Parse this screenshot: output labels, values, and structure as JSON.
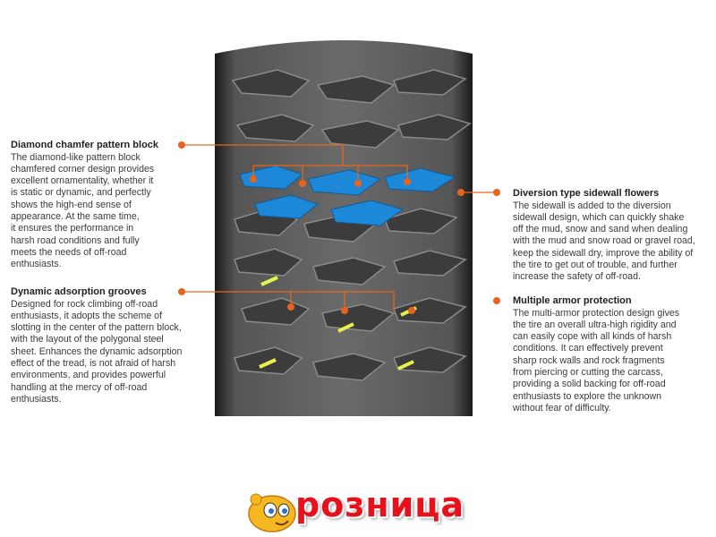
{
  "features": [
    {
      "title": "Diamond chamfer pattern block",
      "lines": [
        "The diamond-like pattern block",
        "chamfered corner design provides",
        "excellent ornamentality, whether it",
        "is static or dynamic, and perfectly",
        "shows the high-end sense of",
        "appearance. At the same time,",
        "it ensures the performance in",
        "harsh road conditions and fully",
        "meets the needs of off-road",
        "enthusiasts."
      ]
    },
    {
      "title": "Dynamic adsorption grooves",
      "lines": [
        "Designed for rock climbing off-road",
        "enthusiasts, it adopts the scheme of",
        "slotting in the center of the pattern block,",
        "with the layout of the polygonal steel",
        "sheet. Enhances the dynamic adsorption",
        "effect of the tread, is not afraid of harsh",
        "environments, and provides powerful",
        "handling at the mercy of off-road",
        "enthusiasts."
      ]
    },
    {
      "title": "Diversion type sidewall flowers",
      "lines": [
        "The sidewall is added to the diversion",
        "sidewall design, which can quickly shake",
        "off the mud, snow and sand when dealing",
        "with the mud and snow road or gravel road,",
        "keep the sidewall dry, improve the ability of",
        "the tire to get out of trouble, and further",
        "increase the safety of off-road."
      ]
    },
    {
      "title": "Multiple armor protection",
      "lines": [
        "The multi-armor protection design gives",
        "the tire an overall ultra-high rigidity and",
        "can easily cope with all kinds of harsh",
        "conditions. It can effectively prevent",
        "sharp rock walls and rock fragments",
        "from piercing or cutting the carcass,",
        "providing a solid backing for off-road",
        "enthusiasts to explore the unknown",
        "without fear of difficulty."
      ]
    }
  ],
  "logo": {
    "text": "розница"
  },
  "colors": {
    "accent": "#e8641e",
    "highlight_blue": "#1e88d8",
    "highlight_yellow": "#e8f04a",
    "logo_red": "#e8101a"
  }
}
